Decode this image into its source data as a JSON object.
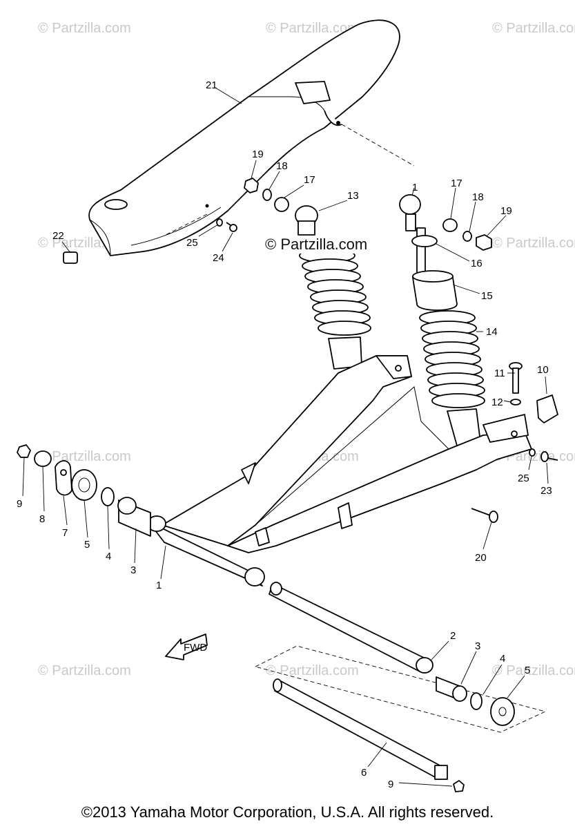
{
  "watermark": {
    "text": "© Partzilla.com",
    "center_text": "© Partzilla.com"
  },
  "fwd_arrow": {
    "label": "FWD"
  },
  "copyright": "©2013 Yamaha Motor Corporation, U.S.A. All rights reserved.",
  "callouts": {
    "c1a": "1",
    "c1b": "1",
    "c2": "2",
    "c3a": "3",
    "c3b": "3",
    "c4a": "4",
    "c4b": "4",
    "c5a": "5",
    "c5b": "5",
    "c6": "6",
    "c7": "7",
    "c8": "8",
    "c9a": "9",
    "c9b": "9",
    "c10": "10",
    "c11": "11",
    "c12": "12",
    "c13": "13",
    "c14": "14",
    "c15": "15",
    "c16": "16",
    "c17a": "17",
    "c17b": "17",
    "c18a": "18",
    "c18b": "18",
    "c19a": "19",
    "c19b": "19",
    "c20": "20",
    "c21": "21",
    "c22": "22",
    "c23": "23",
    "c24": "24",
    "c25a": "25",
    "c25b": "25"
  }
}
